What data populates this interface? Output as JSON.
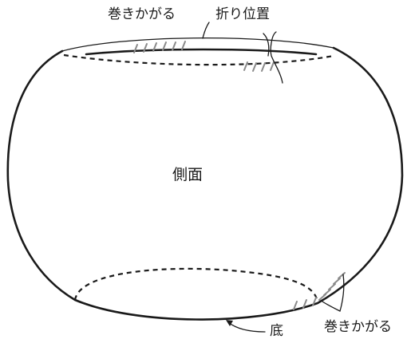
{
  "labels": {
    "whipstitch_top": "巻きかがる",
    "fold_line": "折り位置",
    "side": "側面",
    "bottom": "底",
    "whipstitch_bottom": "巻きかがる"
  }
}
